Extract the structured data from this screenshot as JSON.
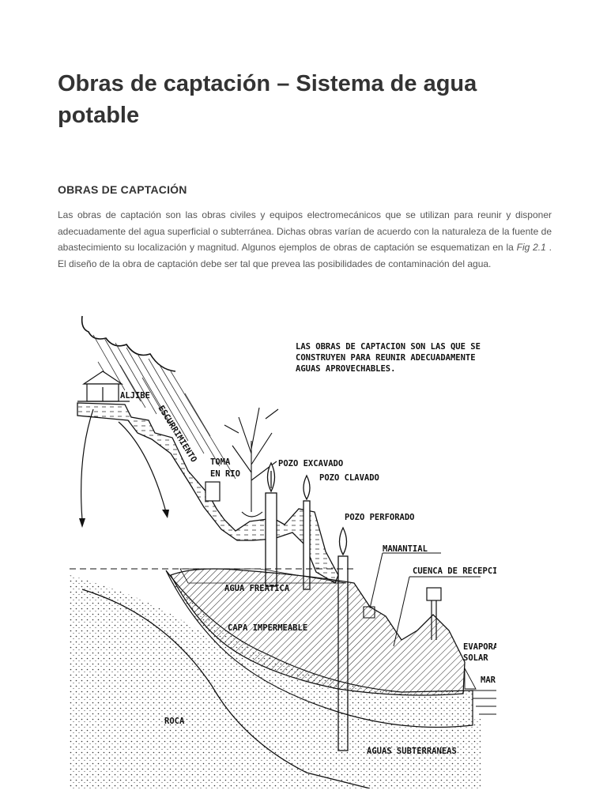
{
  "article": {
    "title": "Obras de captación – Sistema de agua potable",
    "section_heading": "OBRAS DE CAPTACIÓN",
    "paragraph_before_ref": "Las obras de captación son las obras  civiles y equipos electromecánicos que se utilizan para reunir y disponer adecuadamente del agua superficial o subterránea. Dichas obras varían de acuerdo con la naturaleza de la fuente de abastecimiento su localización  y magnitud. Algunos ejemplos de obras de captación se esquematizan en la ",
    "figure_ref": "Fig 2.1",
    "paragraph_after_ref": " . El diseño de la obra de captación debe ser tal que prevea las posibilidades de contaminación del agua."
  },
  "figure": {
    "note_lines": [
      "LAS OBRAS DE CAPTACION SON LAS QUE SE",
      "CONSTRUYEN PARA REUNIR ADECUADAMENTE",
      "AGUAS APROVECHABLES."
    ],
    "labels": {
      "aljibe": "ALJIBE",
      "escurrimiento": "ESCURRIMIENTO",
      "toma_line1": "TOMA",
      "toma_line2": "EN RIO",
      "pozo_excavado": "POZO EXCAVADO",
      "pozo_clavado": "POZO CLAVADO",
      "pozo_perforado": "POZO PERFORADO",
      "manantial": "MANANTIAL",
      "cuenca": "CUENCA DE RECEPCION",
      "agua_freatica": "AGUA FREATICA",
      "capa_impermeable": "CAPA IMPERMEABLE",
      "evaporador_line1": "EVAPORADOR",
      "evaporador_line2": "SOLAR",
      "mar": "MAR",
      "roca": "ROCA",
      "aguas_subterraneas": "AGUAS SUBTERRANEAS"
    }
  }
}
